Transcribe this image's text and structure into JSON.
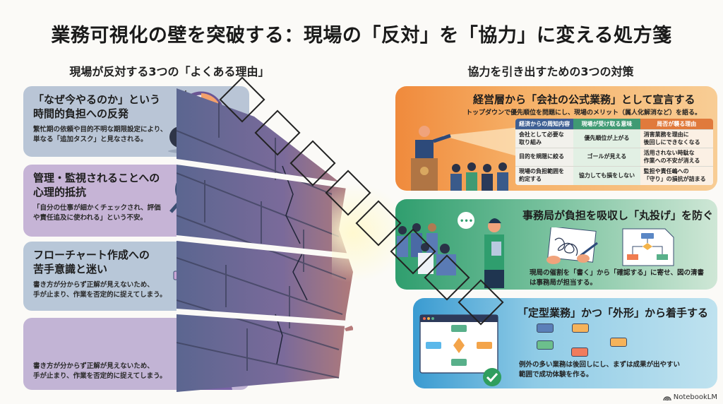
{
  "title": "業務可視化の壁を突破する：現場の「反対」を「協力」に変える処方箋",
  "left_section": {
    "heading": "現場が反対する3つの「よくある理由」",
    "cards": [
      {
        "title": "「なぜ今やるのか」という\n時間的負担への反発",
        "body": "繁忙期の依頼や目的不明な期限設定により、\n単なる「追加タスク」と見なされる。",
        "icon": "clock-and-weight-icon",
        "color": "#b9c5d6"
      },
      {
        "title": "管理・監視されることへの\n心理的抵抗",
        "body": "「自分の仕事が細かくチェックされ、評価\nや責任追及に使われる」という不安。",
        "icon": "magnifier-eye-icon",
        "color": "#c6b4d6"
      },
      {
        "title": "フローチャート作成への\n苦手意識と迷い",
        "body": "書き方が分からず正解が見えないため、\n手が止まり、作業を否定的に捉えてしまう。",
        "icon": "tangled-flowchart-icon",
        "color": "#b8c7d8"
      },
      {
        "title": "",
        "body": "書き方が分からず正解が見えないため、\n手が止まり、作業を否定的に捉えてしまう。",
        "icon": "stop-hand-woman-icon",
        "color": "#c2b4d5"
      }
    ]
  },
  "right_section": {
    "heading": "協力を引き出すための3つの対策",
    "cards": [
      {
        "title": "経営層から「会社の公式業務」として宣言する",
        "subtitle": "トップダウンで優先順位を問題にし、現場のメリット（属人化解消など）を語る。",
        "icon": "speaker-podium-icon",
        "table": {
          "headers": [
            "経済からの周知内容",
            "現場が受け取る意味",
            "局否が襲る理由"
          ],
          "rows": [
            [
              "会社として必要な\n取り組み",
              "優先順位が上がる",
              "消害業務を理由に\n後回しにできなくなる"
            ],
            [
              "目的を規隠に絞る",
              "ゴールが見える",
              "活用されない時駄な\n作業への不安が消える"
            ],
            [
              "現場の負担範囲を\n約定する",
              "協力しても損をしない",
              "監担や責任嶋への\n「守り」の損抗が詰まる"
            ]
          ]
        }
      },
      {
        "title": "事務局が負担を吸収し「丸投げ」を防ぐ",
        "body": "現局の催割を「書く」から「確認する」に寄せ、図の清書\nは事務局が担当する。",
        "icon": "team-facilitator-icon"
      },
      {
        "title": "「定型業務」かつ「外形」から着手する",
        "body": "例外の多い業務は後回しにし、まずは成果が出やすい\n範囲で成功体験を作る。",
        "icon": "flowchart-window-check-icon"
      }
    ]
  },
  "brand": {
    "label": "NotebookLM",
    "icon": "notebooklm-logo-icon"
  },
  "colors": {
    "orange": "#f08a3c",
    "green": "#2f9e6e",
    "blue": "#3a9bd1",
    "purple": "#c6b4d6",
    "slate": "#b9c5d6"
  }
}
